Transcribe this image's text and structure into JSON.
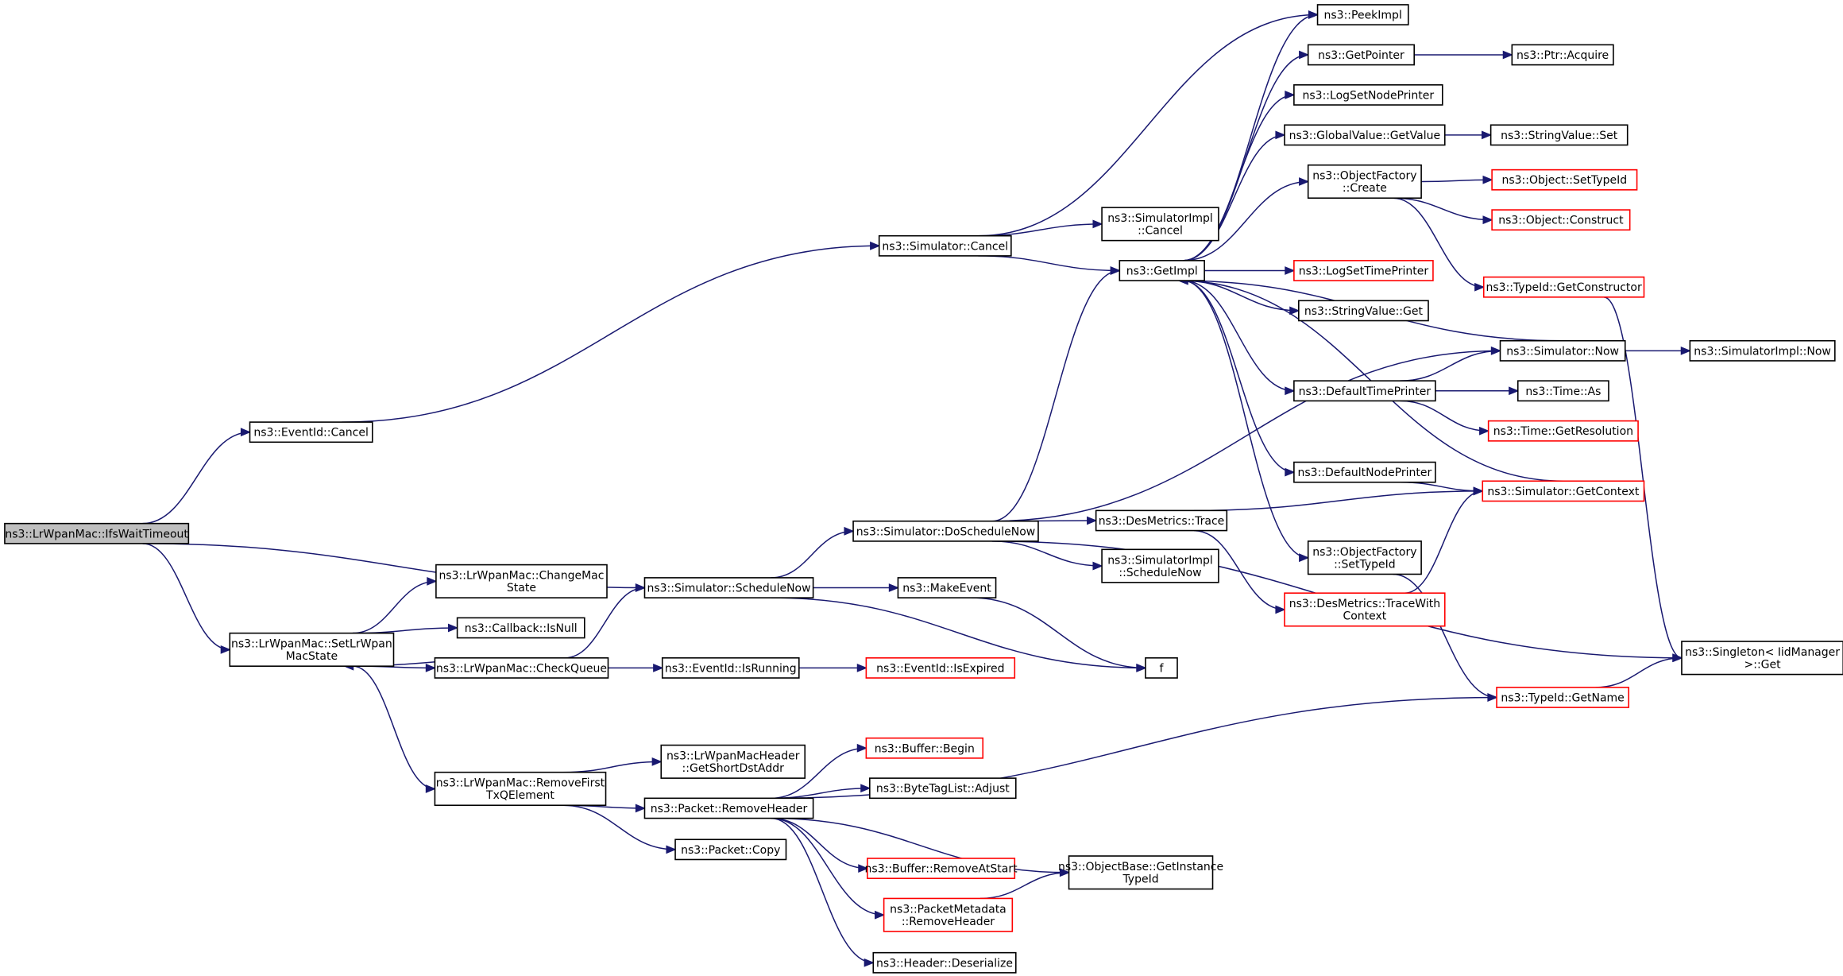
{
  "title": "",
  "colors": {
    "edge": "#191970",
    "node_border": "#000000",
    "node_truncated_border": "#ff0000",
    "root_fill": "#bfbfbf"
  },
  "nodes": [
    {
      "id": "n0",
      "name": "ifs-wait-timeout",
      "lines": [
        "ns3::LrWpanMac::IfsWaitTimeout"
      ],
      "root": true
    },
    {
      "id": "n1",
      "name": "eventid-cancel",
      "lines": [
        "ns3::EventId::Cancel"
      ]
    },
    {
      "id": "n2",
      "name": "simulator-cancel",
      "lines": [
        "ns3::Simulator::Cancel"
      ]
    },
    {
      "id": "n3",
      "name": "peekimpl",
      "lines": [
        "ns3::PeekImpl"
      ]
    },
    {
      "id": "n4",
      "name": "getpointer",
      "lines": [
        "ns3::GetPointer"
      ]
    },
    {
      "id": "n5",
      "name": "ptr-acquire",
      "lines": [
        "ns3::Ptr::Acquire"
      ]
    },
    {
      "id": "n6",
      "name": "logsetnodeprinter",
      "lines": [
        "ns3::LogSetNodePrinter"
      ]
    },
    {
      "id": "n7",
      "name": "globalvalue-getvalue",
      "lines": [
        "ns3::GlobalValue::GetValue"
      ]
    },
    {
      "id": "n8",
      "name": "stringvalue-set",
      "lines": [
        "ns3::StringValue::Set"
      ]
    },
    {
      "id": "n9",
      "name": "objectfactory-create",
      "lines": [
        "ns3::ObjectFactory",
        "::Create"
      ]
    },
    {
      "id": "n10",
      "name": "object-settypeid",
      "lines": [
        "ns3::Object::SetTypeId"
      ],
      "red": true
    },
    {
      "id": "n11",
      "name": "object-construct",
      "lines": [
        "ns3::Object::Construct"
      ],
      "red": true
    },
    {
      "id": "n12",
      "name": "simulatorimpl-cancel",
      "lines": [
        "ns3::SimulatorImpl",
        "::Cancel"
      ]
    },
    {
      "id": "n13",
      "name": "getimpl",
      "lines": [
        "ns3::GetImpl"
      ]
    },
    {
      "id": "n14",
      "name": "logsettimeprinter",
      "lines": [
        "ns3::LogSetTimePrinter"
      ],
      "red": true
    },
    {
      "id": "n15",
      "name": "typeid-getconstructor",
      "lines": [
        "ns3::TypeId::GetConstructor"
      ],
      "red": true
    },
    {
      "id": "n16",
      "name": "stringvalue-get",
      "lines": [
        "ns3::StringValue::Get"
      ]
    },
    {
      "id": "n17",
      "name": "simulator-now",
      "lines": [
        "ns3::Simulator::Now"
      ]
    },
    {
      "id": "n18",
      "name": "simulatorimpl-now",
      "lines": [
        "ns3::SimulatorImpl::Now"
      ]
    },
    {
      "id": "n19",
      "name": "defaulttimeprinter",
      "lines": [
        "ns3::DefaultTimePrinter"
      ]
    },
    {
      "id": "n20",
      "name": "time-as",
      "lines": [
        "ns3::Time::As"
      ]
    },
    {
      "id": "n21",
      "name": "time-getresolution",
      "lines": [
        "ns3::Time::GetResolution"
      ],
      "red": true
    },
    {
      "id": "n22",
      "name": "defaultnodeprinter",
      "lines": [
        "ns3::DefaultNodePrinter"
      ]
    },
    {
      "id": "n23",
      "name": "simulator-getcontext",
      "lines": [
        "ns3::Simulator::GetContext"
      ],
      "red": true
    },
    {
      "id": "n24",
      "name": "simulator-doschedulenow",
      "lines": [
        "ns3::Simulator::DoScheduleNow"
      ]
    },
    {
      "id": "n25",
      "name": "desmetrics-trace",
      "lines": [
        "ns3::DesMetrics::Trace"
      ]
    },
    {
      "id": "n26",
      "name": "objectfactory-settypeid",
      "lines": [
        "ns3::ObjectFactory",
        "::SetTypeId"
      ]
    },
    {
      "id": "n27",
      "name": "simulatorimpl-schedulenow",
      "lines": [
        "ns3::SimulatorImpl",
        "::ScheduleNow"
      ]
    },
    {
      "id": "n28",
      "name": "desmetrics-tracewithcontext",
      "lines": [
        "ns3::DesMetrics::TraceWith",
        "Context"
      ],
      "red": true
    },
    {
      "id": "n29",
      "name": "changemacstate",
      "lines": [
        "ns3::LrWpanMac::ChangeMac",
        "State"
      ]
    },
    {
      "id": "n30",
      "name": "simulator-schedulenow",
      "lines": [
        "ns3::Simulator::ScheduleNow"
      ]
    },
    {
      "id": "n31",
      "name": "makeevent",
      "lines": [
        "ns3::MakeEvent"
      ]
    },
    {
      "id": "n32",
      "name": "callback-isnull",
      "lines": [
        "ns3::Callback::IsNull"
      ]
    },
    {
      "id": "n33",
      "name": "setlrwpanmacstate",
      "lines": [
        "ns3::LrWpanMac::SetLrWpan",
        "MacState"
      ]
    },
    {
      "id": "n34",
      "name": "checkqueue",
      "lines": [
        "ns3::LrWpanMac::CheckQueue"
      ]
    },
    {
      "id": "n35",
      "name": "eventid-isrunning",
      "lines": [
        "ns3::EventId::IsRunning"
      ]
    },
    {
      "id": "n36",
      "name": "eventid-isexpired",
      "lines": [
        "ns3::EventId::IsExpired"
      ],
      "red": true
    },
    {
      "id": "n37",
      "name": "f-function",
      "lines": [
        "f"
      ]
    },
    {
      "id": "n38",
      "name": "singleton-get",
      "lines": [
        "ns3::Singleton< IidManager",
        ">::Get"
      ]
    },
    {
      "id": "n39",
      "name": "typeid-getname",
      "lines": [
        "ns3::TypeId::GetName"
      ],
      "red": true
    },
    {
      "id": "n40",
      "name": "buffer-begin",
      "lines": [
        "ns3::Buffer::Begin"
      ],
      "red": true
    },
    {
      "id": "n41",
      "name": "getshortdstaddr",
      "lines": [
        "ns3::LrWpanMacHeader",
        "::GetShortDstAddr"
      ]
    },
    {
      "id": "n42",
      "name": "bytetaglist-adjust",
      "lines": [
        "ns3::ByteTagList::Adjust"
      ]
    },
    {
      "id": "n43",
      "name": "removefirsttxqelement",
      "lines": [
        "ns3::LrWpanMac::RemoveFirst",
        "TxQElement"
      ]
    },
    {
      "id": "n44",
      "name": "packet-removeheader",
      "lines": [
        "ns3::Packet::RemoveHeader"
      ]
    },
    {
      "id": "n45",
      "name": "packet-copy",
      "lines": [
        "ns3::Packet::Copy"
      ]
    },
    {
      "id": "n46",
      "name": "buffer-removeatstart",
      "lines": [
        "ns3::Buffer::RemoveAtStart"
      ],
      "red": true
    },
    {
      "id": "n47",
      "name": "objectbase-getinstancetypeid",
      "lines": [
        "ns3::ObjectBase::GetInstance",
        "TypeId"
      ]
    },
    {
      "id": "n48",
      "name": "packetmetadata-removeheader",
      "lines": [
        "ns3::PacketMetadata",
        "::RemoveHeader"
      ],
      "red": true
    },
    {
      "id": "n49",
      "name": "header-deserialize",
      "lines": [
        "ns3::Header::Deserialize"
      ]
    }
  ],
  "edges": [
    [
      "n0",
      "n1"
    ],
    [
      "n0",
      "n30"
    ],
    [
      "n0",
      "n33"
    ],
    [
      "n1",
      "n2"
    ],
    [
      "n2",
      "n3"
    ],
    [
      "n2",
      "n12"
    ],
    [
      "n2",
      "n13"
    ],
    [
      "n4",
      "n5"
    ],
    [
      "n7",
      "n8"
    ],
    [
      "n9",
      "n10"
    ],
    [
      "n9",
      "n11"
    ],
    [
      "n9",
      "n15"
    ],
    [
      "n13",
      "n3"
    ],
    [
      "n13",
      "n4"
    ],
    [
      "n13",
      "n6"
    ],
    [
      "n13",
      "n7"
    ],
    [
      "n13",
      "n9"
    ],
    [
      "n13",
      "n14"
    ],
    [
      "n13",
      "n16"
    ],
    [
      "n13",
      "n19"
    ],
    [
      "n13",
      "n22"
    ],
    [
      "n13",
      "n26"
    ],
    [
      "n17",
      "n13"
    ],
    [
      "n17",
      "n18"
    ],
    [
      "n19",
      "n17"
    ],
    [
      "n19",
      "n20"
    ],
    [
      "n19",
      "n21"
    ],
    [
      "n22",
      "n23"
    ],
    [
      "n23",
      "n13"
    ],
    [
      "n24",
      "n13"
    ],
    [
      "n24",
      "n17"
    ],
    [
      "n24",
      "n25"
    ],
    [
      "n24",
      "n27"
    ],
    [
      "n24",
      "n38"
    ],
    [
      "n25",
      "n23"
    ],
    [
      "n25",
      "n28"
    ],
    [
      "n28",
      "n23"
    ],
    [
      "n26",
      "n39"
    ],
    [
      "n15",
      "n38"
    ],
    [
      "n39",
      "n38"
    ],
    [
      "n30",
      "n24"
    ],
    [
      "n30",
      "n31"
    ],
    [
      "n30",
      "n37"
    ],
    [
      "n31",
      "n37"
    ],
    [
      "n33",
      "n29"
    ],
    [
      "n33",
      "n32"
    ],
    [
      "n33",
      "n34"
    ],
    [
      "n33",
      "n43"
    ],
    [
      "n34",
      "n33"
    ],
    [
      "n34",
      "n30"
    ],
    [
      "n34",
      "n35"
    ],
    [
      "n35",
      "n36"
    ],
    [
      "n43",
      "n41"
    ],
    [
      "n43",
      "n44"
    ],
    [
      "n43",
      "n45"
    ],
    [
      "n44",
      "n39"
    ],
    [
      "n44",
      "n40"
    ],
    [
      "n44",
      "n42"
    ],
    [
      "n44",
      "n46"
    ],
    [
      "n44",
      "n47"
    ],
    [
      "n44",
      "n48"
    ],
    [
      "n44",
      "n49"
    ],
    [
      "n48",
      "n47"
    ]
  ]
}
